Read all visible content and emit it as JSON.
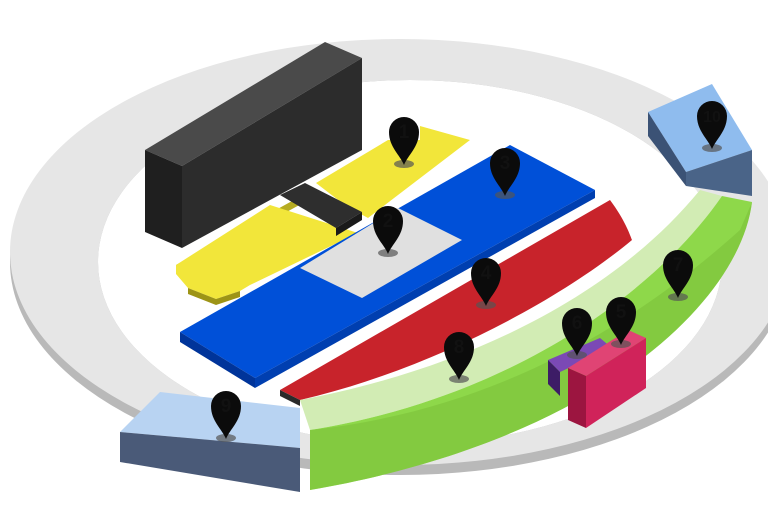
{
  "map": {
    "zones": [
      {
        "id": 1,
        "label": "1",
        "color": "#f2e63a"
      },
      {
        "id": 2,
        "label": "2",
        "color": "#e0e0e0"
      },
      {
        "id": 3,
        "label": "3",
        "color": "#0050d8"
      },
      {
        "id": 4,
        "label": "4",
        "color": "#c8232b"
      },
      {
        "id": 5,
        "label": "5",
        "color": "#d0235a"
      },
      {
        "id": 6,
        "label": "6",
        "color": "#5a2a90"
      },
      {
        "id": 7,
        "label": "7",
        "color": "#8ed84a"
      },
      {
        "id": 8,
        "label": "8",
        "color": "#d2ecb4"
      },
      {
        "id": 9,
        "label": "9",
        "color": "#b8d3f2"
      },
      {
        "id": 10,
        "label": "10",
        "color": "#8fbcee"
      }
    ],
    "stage_block_color": "#262626",
    "ring_color": "#e6e6e6",
    "pin_icon": "map-marker-icon"
  }
}
